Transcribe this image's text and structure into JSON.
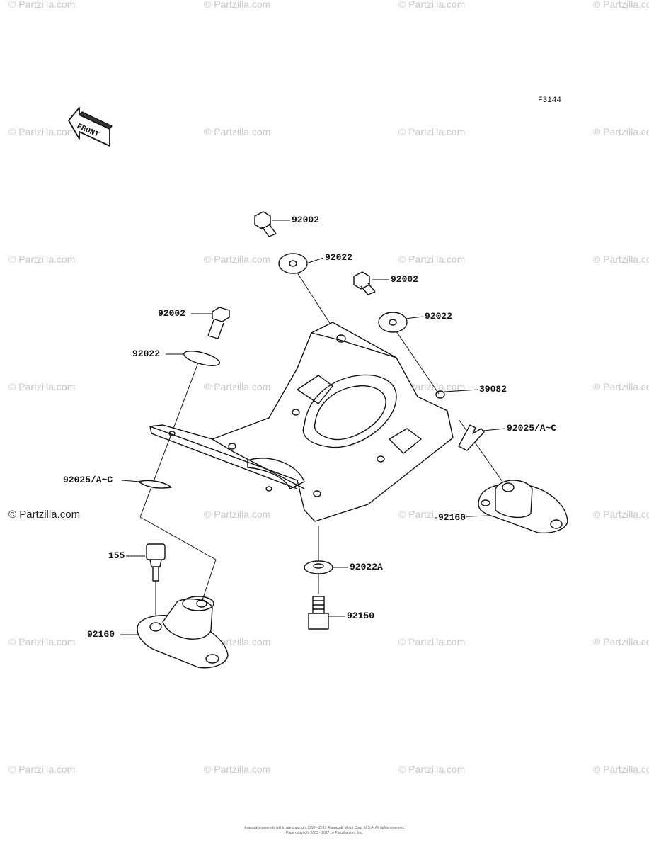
{
  "site_watermark": "© Partzilla.com",
  "brand_text": "© Partzilla.com",
  "figure_code": "F3144",
  "front_label": "FRONT",
  "parts": {
    "bolt_top_a": "92002",
    "washer_top_a": "92022",
    "bolt_top_b": "92002",
    "washer_top_b": "92022",
    "bolt_left": "92002",
    "washer_left": "92022",
    "bracket": "39082",
    "clip_right": "92025/A~C",
    "clip_left": "92025/A~C",
    "mount_right": "92160",
    "bolt_155": "155",
    "mount_left": "92160",
    "washer_bottom": "92022A",
    "bolt_bottom": "92150"
  },
  "copyright_line1": "Kawasaki materials within are copyright 1998 - 2017, Kawasaki Motor Corp. U.S.A. All rights reserved.",
  "copyright_line2": "Page copyright 2003 - 2017 by Partzilla.com, Inc."
}
